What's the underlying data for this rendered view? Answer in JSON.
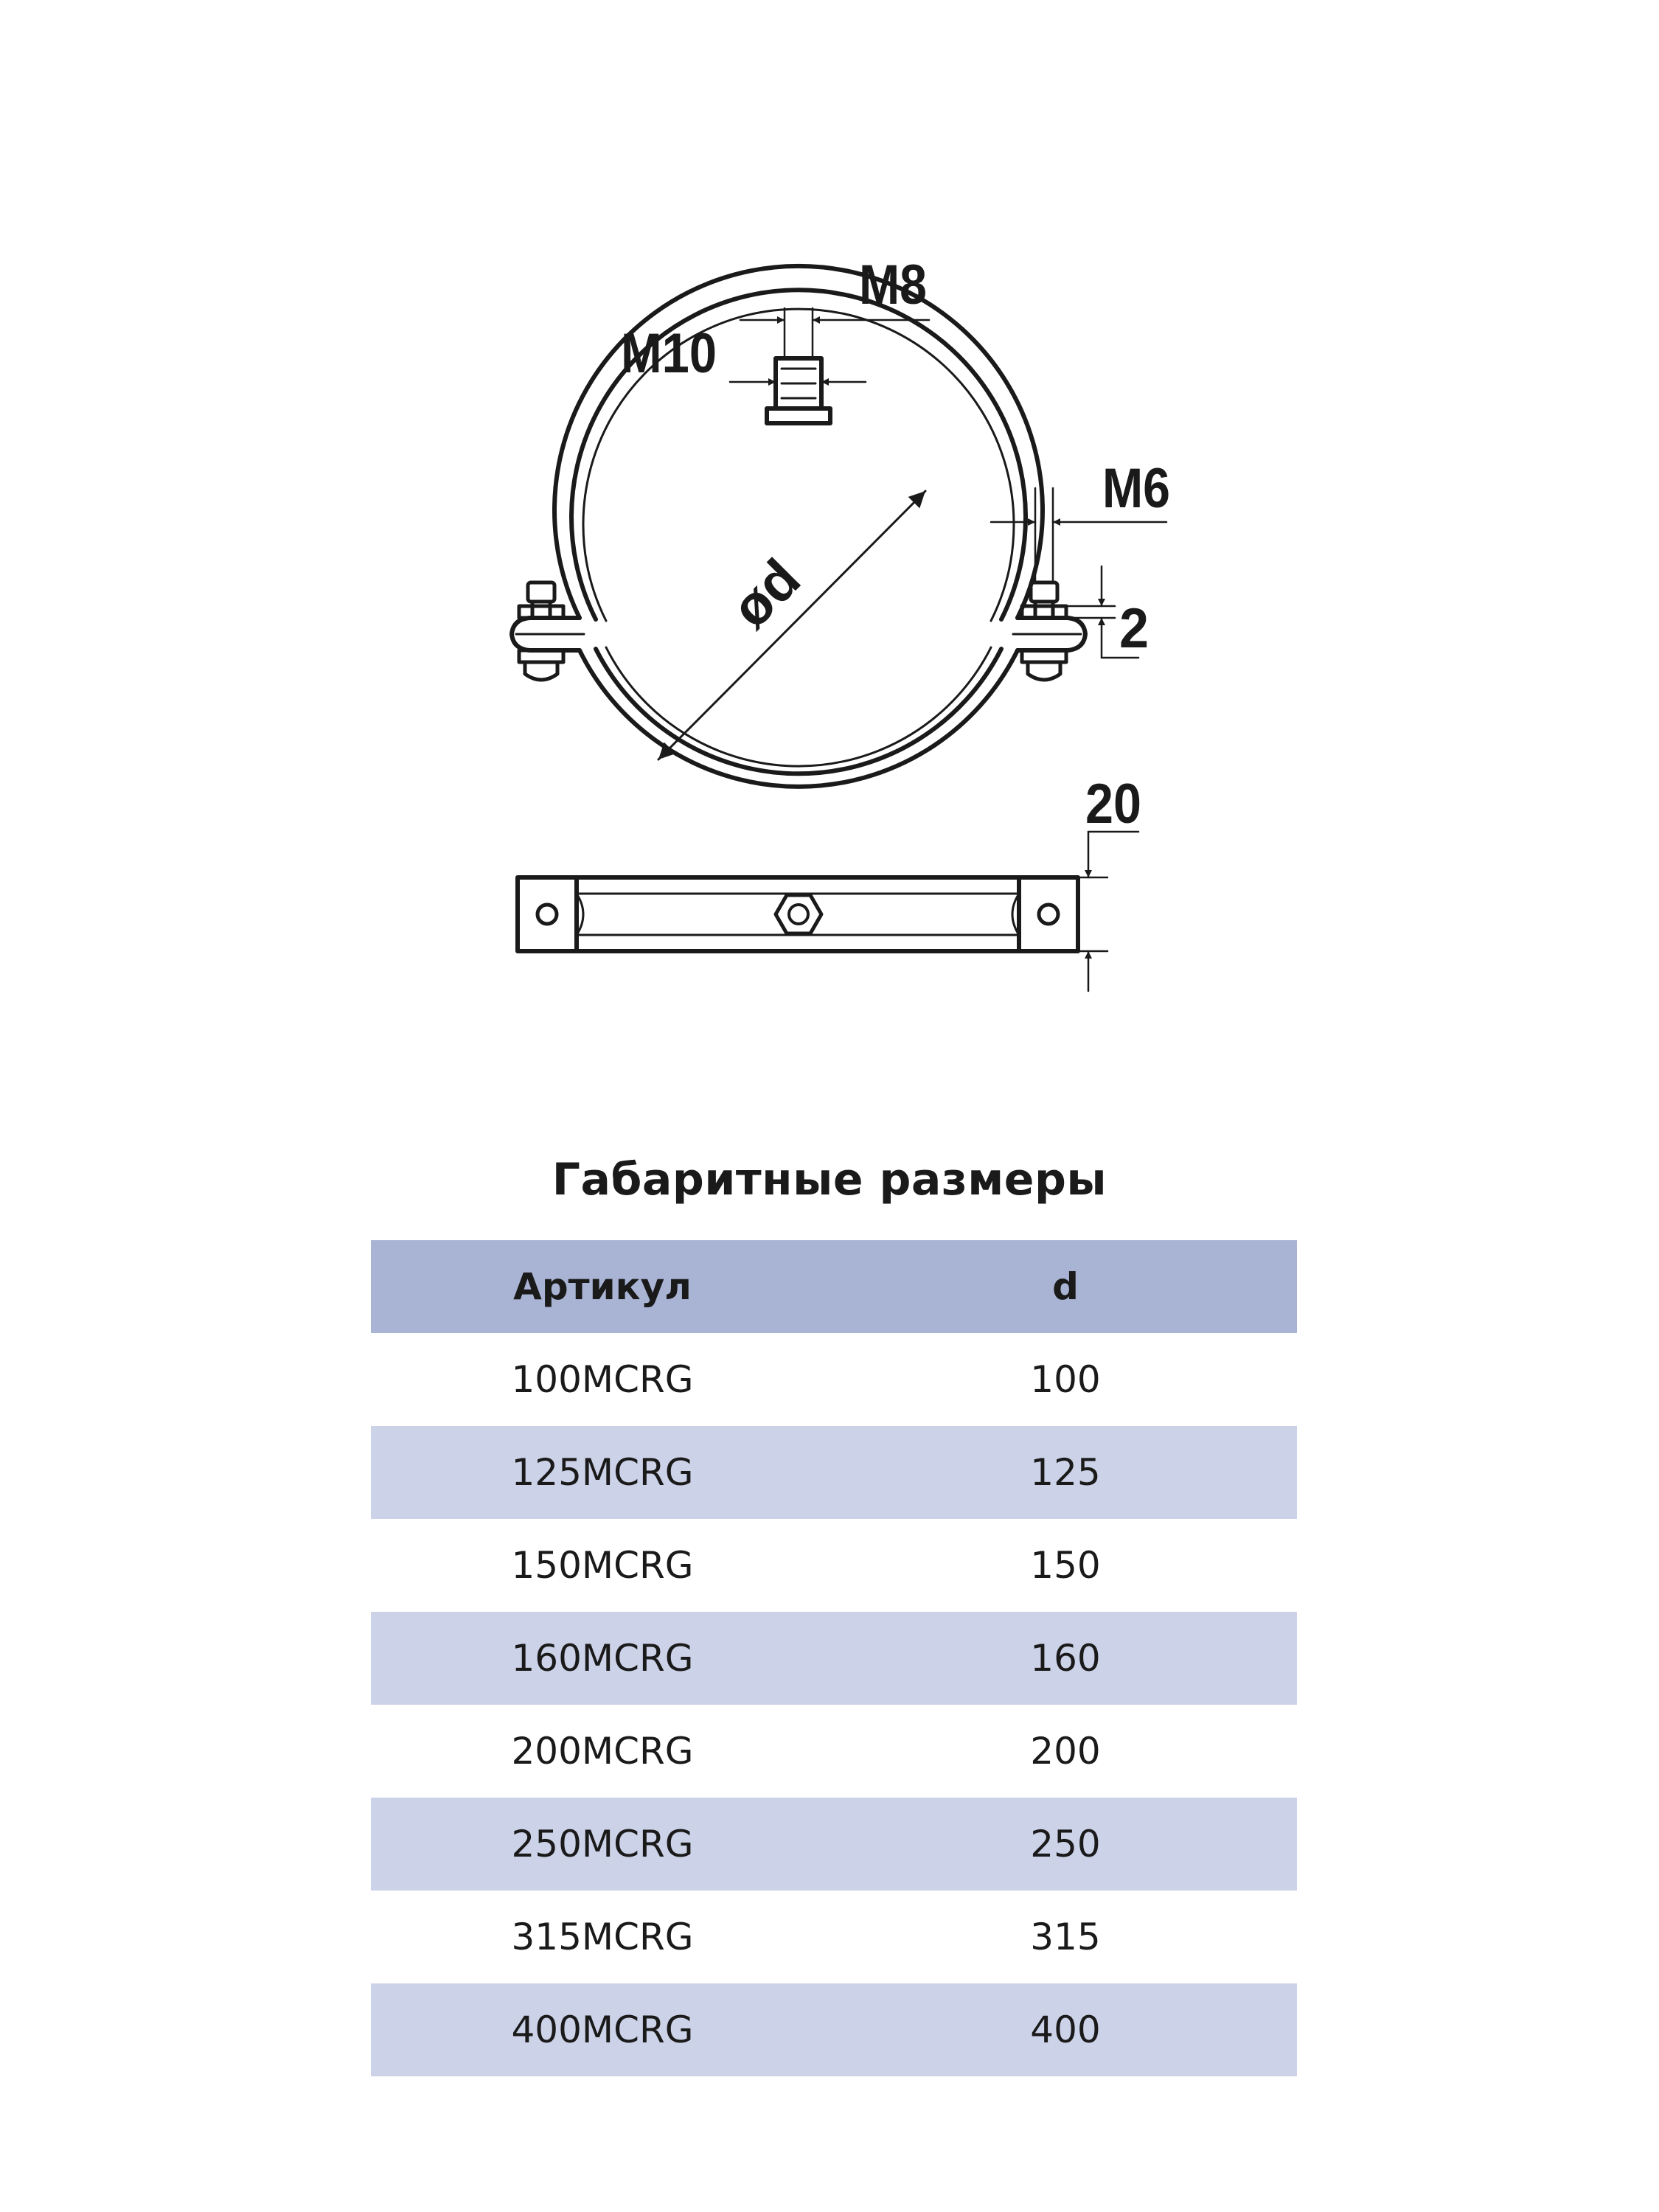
{
  "drawing": {
    "labels": {
      "m8": "M8",
      "m10": "M10",
      "m6": "M6",
      "diameter": "ød",
      "thickness": "2",
      "width": "20"
    }
  },
  "table": {
    "title": "Габаритные размеры",
    "colors": {
      "header_bg": "#a9b3d4",
      "stripe_bg": "#ccd2e7",
      "plain_bg": "#ffffff",
      "line": "#1a1a1a"
    },
    "columns": [
      "Артикул",
      "d"
    ],
    "rows": [
      {
        "article": "100MCRG",
        "d": "100"
      },
      {
        "article": "125MCRG",
        "d": "125"
      },
      {
        "article": "150MCRG",
        "d": "150"
      },
      {
        "article": "160MCRG",
        "d": "160"
      },
      {
        "article": "200MCRG",
        "d": "200"
      },
      {
        "article": "250MCRG",
        "d": "250"
      },
      {
        "article": "315MCRG",
        "d": "315"
      },
      {
        "article": "400MCRG",
        "d": "400"
      }
    ]
  }
}
